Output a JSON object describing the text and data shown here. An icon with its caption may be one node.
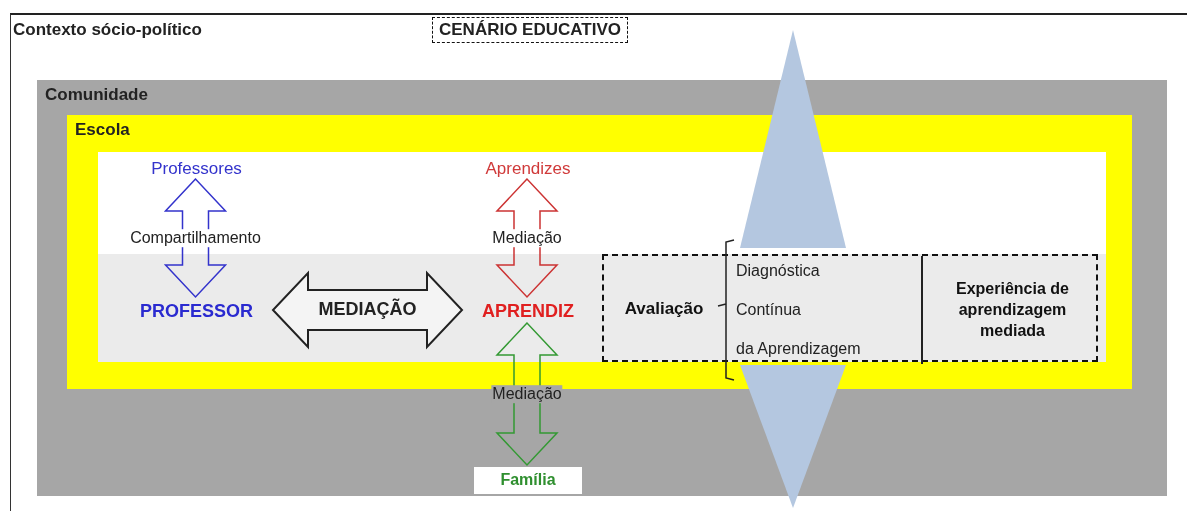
{
  "diagram": {
    "title": "CENÁRIO EDUCATIVO",
    "nodes": [
      {
        "text": [
          "Contexto sócio-político"
        ]
      },
      {
        "text": [
          "Comunidade"
        ],
        "in": 0
      },
      {
        "text": [
          "Escola"
        ],
        "in": 1
      },
      {
        "text": [
          "Professores"
        ],
        "in": 2
      },
      {
        "text": [
          "PROFESSOR"
        ],
        "in": 2
      },
      {
        "text": [
          "Aprendizes"
        ],
        "in": 2
      },
      {
        "text": [
          "APRENDIZ"
        ],
        "in": 2
      },
      {
        "text": [],
        "shape": "box",
        "in": 2
      },
      {
        "text": [
          "Avaliação"
        ],
        "in": 7
      },
      {
        "text": [
          "Diagnóstica",
          "Contínua",
          "da Aprendizagem"
        ],
        "in": 7
      },
      {
        "text": [
          "Experiência de aprendizagem mediada"
        ],
        "in": 7
      },
      {
        "text": [
          "Família"
        ],
        "in": 1
      }
    ],
    "edges": [
      {
        "from": 3,
        "to": 4,
        "arrow": "both",
        "label": "Compartilhamento",
        "color": "#3333cc"
      },
      {
        "from": 4,
        "to": 6,
        "arrow": "both",
        "label": "MEDIAÇÃO"
      },
      {
        "from": 5,
        "to": 6,
        "arrow": "both",
        "label": "Mediação",
        "color": "#cc3333"
      },
      {
        "from": 6,
        "to": 11,
        "arrow": "both",
        "label": "Mediação",
        "color": "#339933"
      }
    ]
  }
}
